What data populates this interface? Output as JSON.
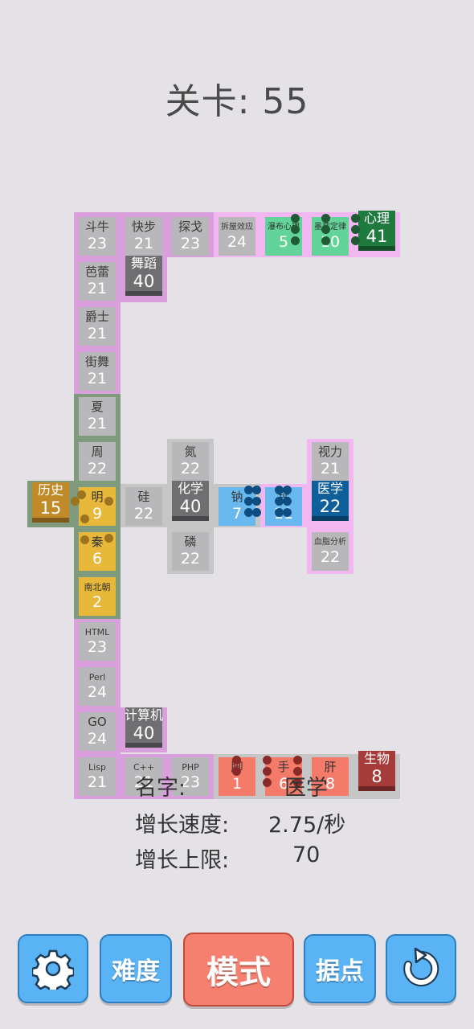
{
  "level": {
    "title": "关卡: 55"
  },
  "info": {
    "name_label": "名字:",
    "name_value": "医学",
    "speed_label": "增长速度:",
    "speed_value": "2.75/秒",
    "limit_label": "增长上限:",
    "limit_value": "70"
  },
  "toolbar": {
    "settings_icon": "gear-icon",
    "difficulty_label": "难度",
    "mode_label": "模式",
    "stronghold_label": "据点",
    "restart_icon": "restart-icon"
  },
  "colors": {
    "background": "#e4e2e6",
    "dance_region": "#d9a0dd",
    "neutral_tile": "#b8b8ba",
    "history_region": "#7f9a7c",
    "history_tile": "#e8b83a",
    "chemistry_region": "#c6c6c6",
    "sodium_tile": "#6ab8f0",
    "medicine_tile": "#0e5f9a",
    "psychology_tile": "#1f7a3e",
    "psych_light_tile": "#62d49a",
    "biology_tile": "#a63c3a",
    "bio_light_tile": "#f47a6a",
    "button_blue": "#5ab3f5",
    "button_red": "#f5806f"
  },
  "tiles": [
    {
      "name": "斗牛",
      "count": "23"
    },
    {
      "name": "快步",
      "count": "21"
    },
    {
      "name": "探戈",
      "count": "23"
    },
    {
      "name": "拆屋效应",
      "count": "24"
    },
    {
      "name": "瀑布心理",
      "count": "5"
    },
    {
      "name": "墨菲定律",
      "count": "10"
    },
    {
      "name": "心理",
      "count": "41"
    },
    {
      "name": "芭蕾",
      "count": "21"
    },
    {
      "name": "舞蹈",
      "count": "40"
    },
    {
      "name": "爵士",
      "count": "21"
    },
    {
      "name": "街舞",
      "count": "21"
    },
    {
      "name": "夏",
      "count": "21"
    },
    {
      "name": "周",
      "count": "22"
    },
    {
      "name": "氮",
      "count": "22"
    },
    {
      "name": "视力",
      "count": "21"
    },
    {
      "name": "历史",
      "count": "15"
    },
    {
      "name": "明",
      "count": "9"
    },
    {
      "name": "硅",
      "count": "22"
    },
    {
      "name": "化学",
      "count": "40"
    },
    {
      "name": "钠",
      "count": "7"
    },
    {
      "name": "钙",
      "count": "11"
    },
    {
      "name": "医学",
      "count": "22"
    },
    {
      "name": "秦",
      "count": "6"
    },
    {
      "name": "磷",
      "count": "22"
    },
    {
      "name": "血脂分析",
      "count": "22"
    },
    {
      "name": "南北朝",
      "count": "2"
    },
    {
      "name": "HTML",
      "count": "23"
    },
    {
      "name": "Perl",
      "count": "24"
    },
    {
      "name": "GO",
      "count": "24"
    },
    {
      "name": "计算机",
      "count": "40"
    },
    {
      "name": "Lisp",
      "count": "21"
    },
    {
      "name": "C++",
      "count": "21"
    },
    {
      "name": "PHP",
      "count": "23"
    },
    {
      "name": "脚",
      "count": "1"
    },
    {
      "name": "手",
      "count": "6"
    },
    {
      "name": "肝",
      "count": "8"
    },
    {
      "name": "生物",
      "count": "8"
    }
  ]
}
